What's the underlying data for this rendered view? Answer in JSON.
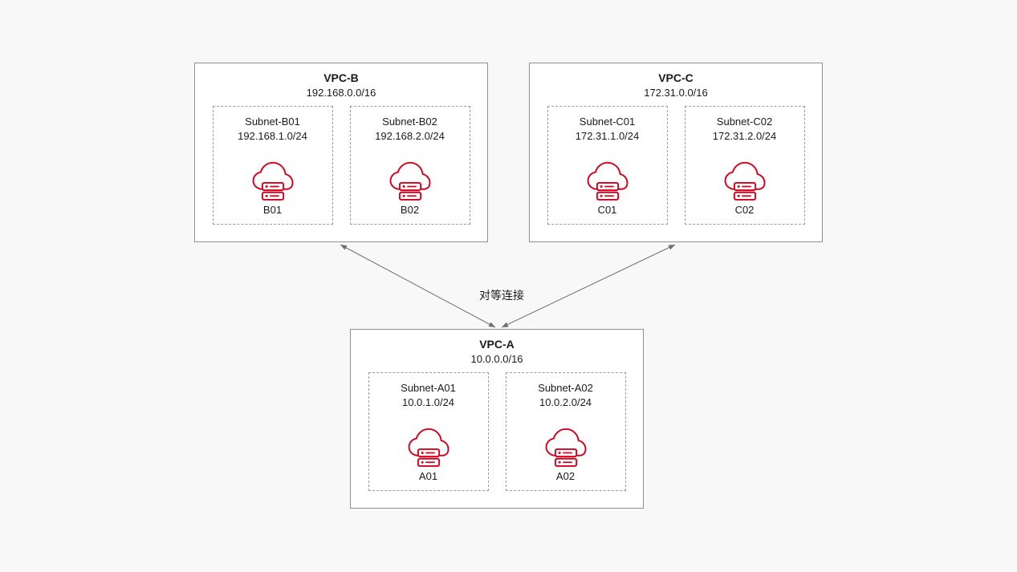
{
  "colors": {
    "canvas_bg": "#f8f8f8",
    "box_bg": "#ffffff",
    "vpc_border": "#8f8f8f",
    "subnet_border": "#9c9c9c",
    "icon_red": "#d6001c",
    "arrow": "#6f6f6f",
    "text": "#1a1a1a"
  },
  "peering": {
    "label": "对等连接"
  },
  "connections": [
    {
      "from": "VPC-B",
      "to": "VPC-A",
      "style": "double-arrow"
    },
    {
      "from": "VPC-C",
      "to": "VPC-A",
      "style": "double-arrow"
    }
  ],
  "vpcs": [
    {
      "name": "VPC-B",
      "cidr": "192.168.0.0/16",
      "subnets": [
        {
          "name": "Subnet-B01",
          "cidr": "192.168.1.0/24",
          "server": "B01"
        },
        {
          "name": "Subnet-B02",
          "cidr": "192.168.2.0/24",
          "server": "B02"
        }
      ]
    },
    {
      "name": "VPC-C",
      "cidr": "172.31.0.0/16",
      "subnets": [
        {
          "name": "Subnet-C01",
          "cidr": "172.31.1.0/24",
          "server": "C01"
        },
        {
          "name": "Subnet-C02",
          "cidr": "172.31.2.0/24",
          "server": "C02"
        }
      ]
    },
    {
      "name": "VPC-A",
      "cidr": "10.0.0.0/16",
      "subnets": [
        {
          "name": "Subnet-A01",
          "cidr": "10.0.1.0/24",
          "server": "A01"
        },
        {
          "name": "Subnet-A02",
          "cidr": "10.0.2.0/24",
          "server": "A02"
        }
      ]
    }
  ]
}
